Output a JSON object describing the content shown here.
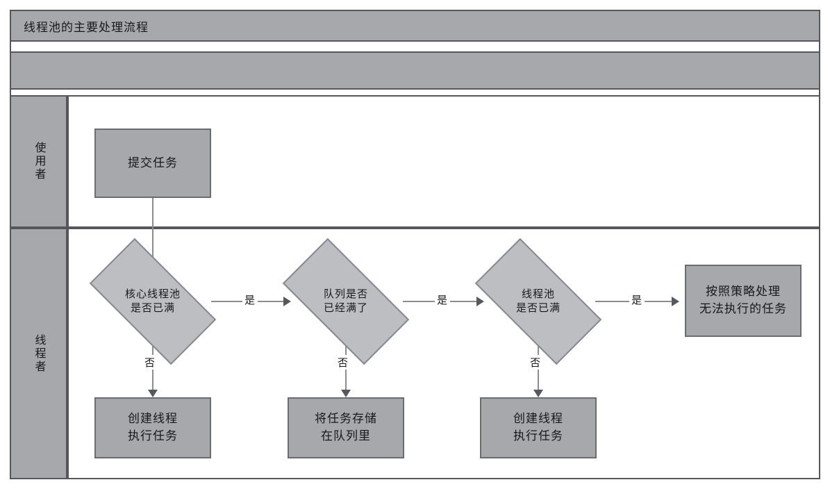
{
  "diagram": {
    "title": "线程池的主要处理流程",
    "subheader": "",
    "colors": {
      "frame_border": "#55575c",
      "band_fill": "#a6a8ac",
      "box_fill": "#a6a8ac",
      "box_border": "#6a6c71",
      "diamond_fill": "#bcbec2",
      "diamond_border": "#86888d",
      "connector": "#8b8d92",
      "arrowhead": "#56585d",
      "lane_body_fill": "#ffffff",
      "text": "#16181b"
    },
    "lanes": [
      {
        "id": "user",
        "label": "使用者"
      },
      {
        "id": "thread",
        "label": "线程者"
      }
    ],
    "nodes": [
      {
        "id": "submit-task",
        "type": "process",
        "lane": "user",
        "text": "提交任务"
      },
      {
        "id": "core-pool-full",
        "type": "decision",
        "lane": "thread",
        "line1": "核心线程池",
        "line2": "是否已满"
      },
      {
        "id": "queue-full",
        "type": "decision",
        "lane": "thread",
        "line1": "队列是否",
        "line2": "已经满了"
      },
      {
        "id": "pool-full",
        "type": "decision",
        "lane": "thread",
        "line1": "线程池",
        "line2": "是否已满"
      },
      {
        "id": "reject-policy",
        "type": "process",
        "lane": "thread",
        "line1": "按照策略处理",
        "line2": "无法执行的任务"
      },
      {
        "id": "create-thread-1",
        "type": "process",
        "lane": "thread",
        "line1": "创建线程",
        "line2": "执行任务"
      },
      {
        "id": "store-in-queue",
        "type": "process",
        "lane": "thread",
        "line1": "将任务存储",
        "line2": "在队列里"
      },
      {
        "id": "create-thread-2",
        "type": "process",
        "lane": "thread",
        "line1": "创建线程",
        "line2": "执行任务"
      }
    ],
    "edges": [
      {
        "id": "e-submit-to-core",
        "from": "submit-task",
        "to": "core-pool-full",
        "label": ""
      },
      {
        "id": "e-core-yes-queue",
        "from": "core-pool-full",
        "to": "queue-full",
        "label": "是"
      },
      {
        "id": "e-core-no-create1",
        "from": "core-pool-full",
        "to": "create-thread-1",
        "label": "否"
      },
      {
        "id": "e-queue-yes-pool",
        "from": "queue-full",
        "to": "pool-full",
        "label": "是"
      },
      {
        "id": "e-queue-no-store",
        "from": "queue-full",
        "to": "store-in-queue",
        "label": "否"
      },
      {
        "id": "e-pool-yes-reject",
        "from": "pool-full",
        "to": "reject-policy",
        "label": "是"
      },
      {
        "id": "e-pool-no-create2",
        "from": "pool-full",
        "to": "create-thread-2",
        "label": "否"
      }
    ]
  }
}
